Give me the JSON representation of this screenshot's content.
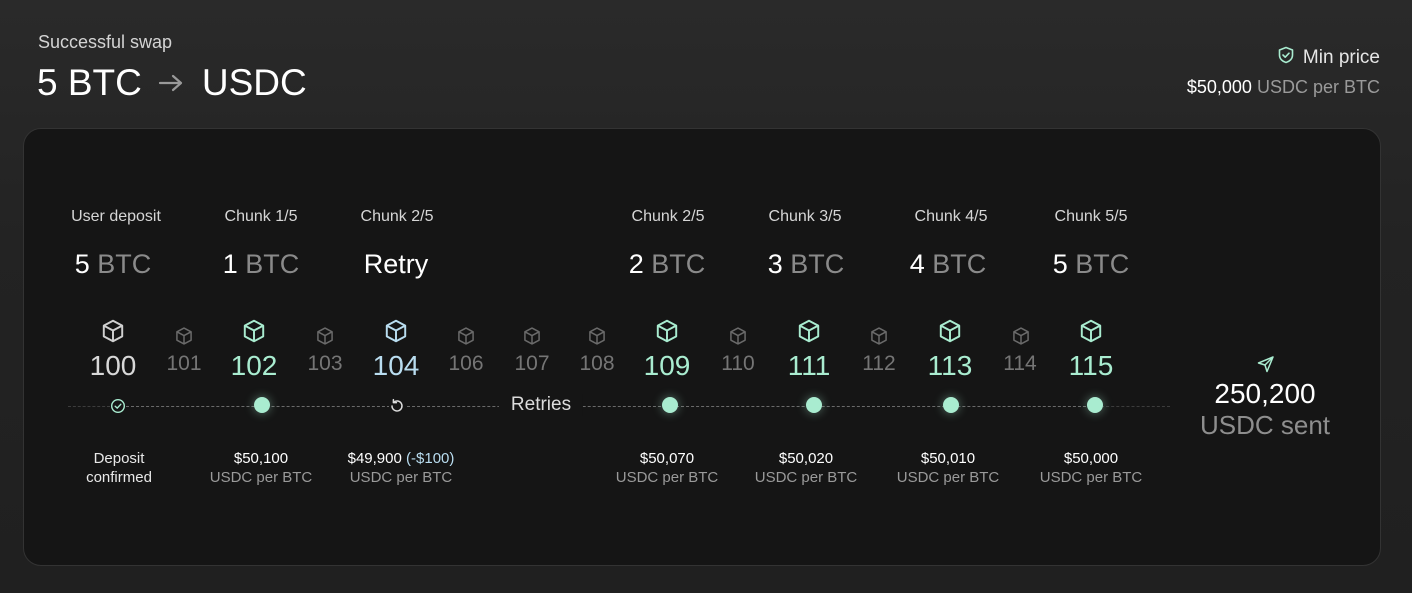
{
  "header": {
    "subtitle": "Successful swap",
    "from_amount": "5 BTC",
    "to_asset": "USDC",
    "min_price_label": "Min price",
    "min_price_value": "$50,000",
    "min_price_unit": "USDC per BTC"
  },
  "columns": {
    "deposit": {
      "label": "User deposit",
      "num": "5",
      "unit": "BTC"
    },
    "chunk1": {
      "label": "Chunk 1/5",
      "num": "1",
      "unit": "BTC"
    },
    "chunk2_retry": {
      "label": "Chunk 2/5",
      "text": "Retry"
    },
    "chunk2": {
      "label": "Chunk 2/5",
      "num": "2",
      "unit": "BTC"
    },
    "chunk3": {
      "label": "Chunk 3/5",
      "num": "3",
      "unit": "BTC"
    },
    "chunk4": {
      "label": "Chunk 4/5",
      "num": "4",
      "unit": "BTC"
    },
    "chunk5": {
      "label": "Chunk 5/5",
      "num": "5",
      "unit": "BTC"
    }
  },
  "blocks": [
    "100",
    "101",
    "102",
    "103",
    "104",
    "106",
    "107",
    "108",
    "109",
    "110",
    "111",
    "112",
    "113",
    "114",
    "115"
  ],
  "timeline": {
    "retries_label": "Retries"
  },
  "prices": {
    "deposit_line1": "Deposit",
    "deposit_line2": "confirmed",
    "chunk1": {
      "price": "$50,100",
      "unit": "USDC per BTC"
    },
    "chunk2_retry": {
      "price": "$49,900",
      "diff": "(-$100)",
      "unit": "USDC per BTC"
    },
    "chunk2": {
      "price": "$50,070",
      "unit": "USDC per BTC"
    },
    "chunk3": {
      "price": "$50,020",
      "unit": "USDC per BTC"
    },
    "chunk4": {
      "price": "$50,010",
      "unit": "USDC per BTC"
    },
    "chunk5": {
      "price": "$50,000",
      "unit": "USDC per BTC"
    }
  },
  "result": {
    "amount": "250,200",
    "label": "USDC sent"
  },
  "colors": {
    "background": "#222222",
    "panel": "#151515",
    "accent_green": "#a9ecd0",
    "accent_blue": "#b9ddf0",
    "muted": "#8a8a8a"
  },
  "icons": {
    "arrow": "arrow-right-icon",
    "min_price": "shield-check-icon",
    "block": "cube-icon",
    "deposit_node": "check-circle-icon",
    "retry_node": "retry-icon",
    "sent": "send-icon"
  }
}
